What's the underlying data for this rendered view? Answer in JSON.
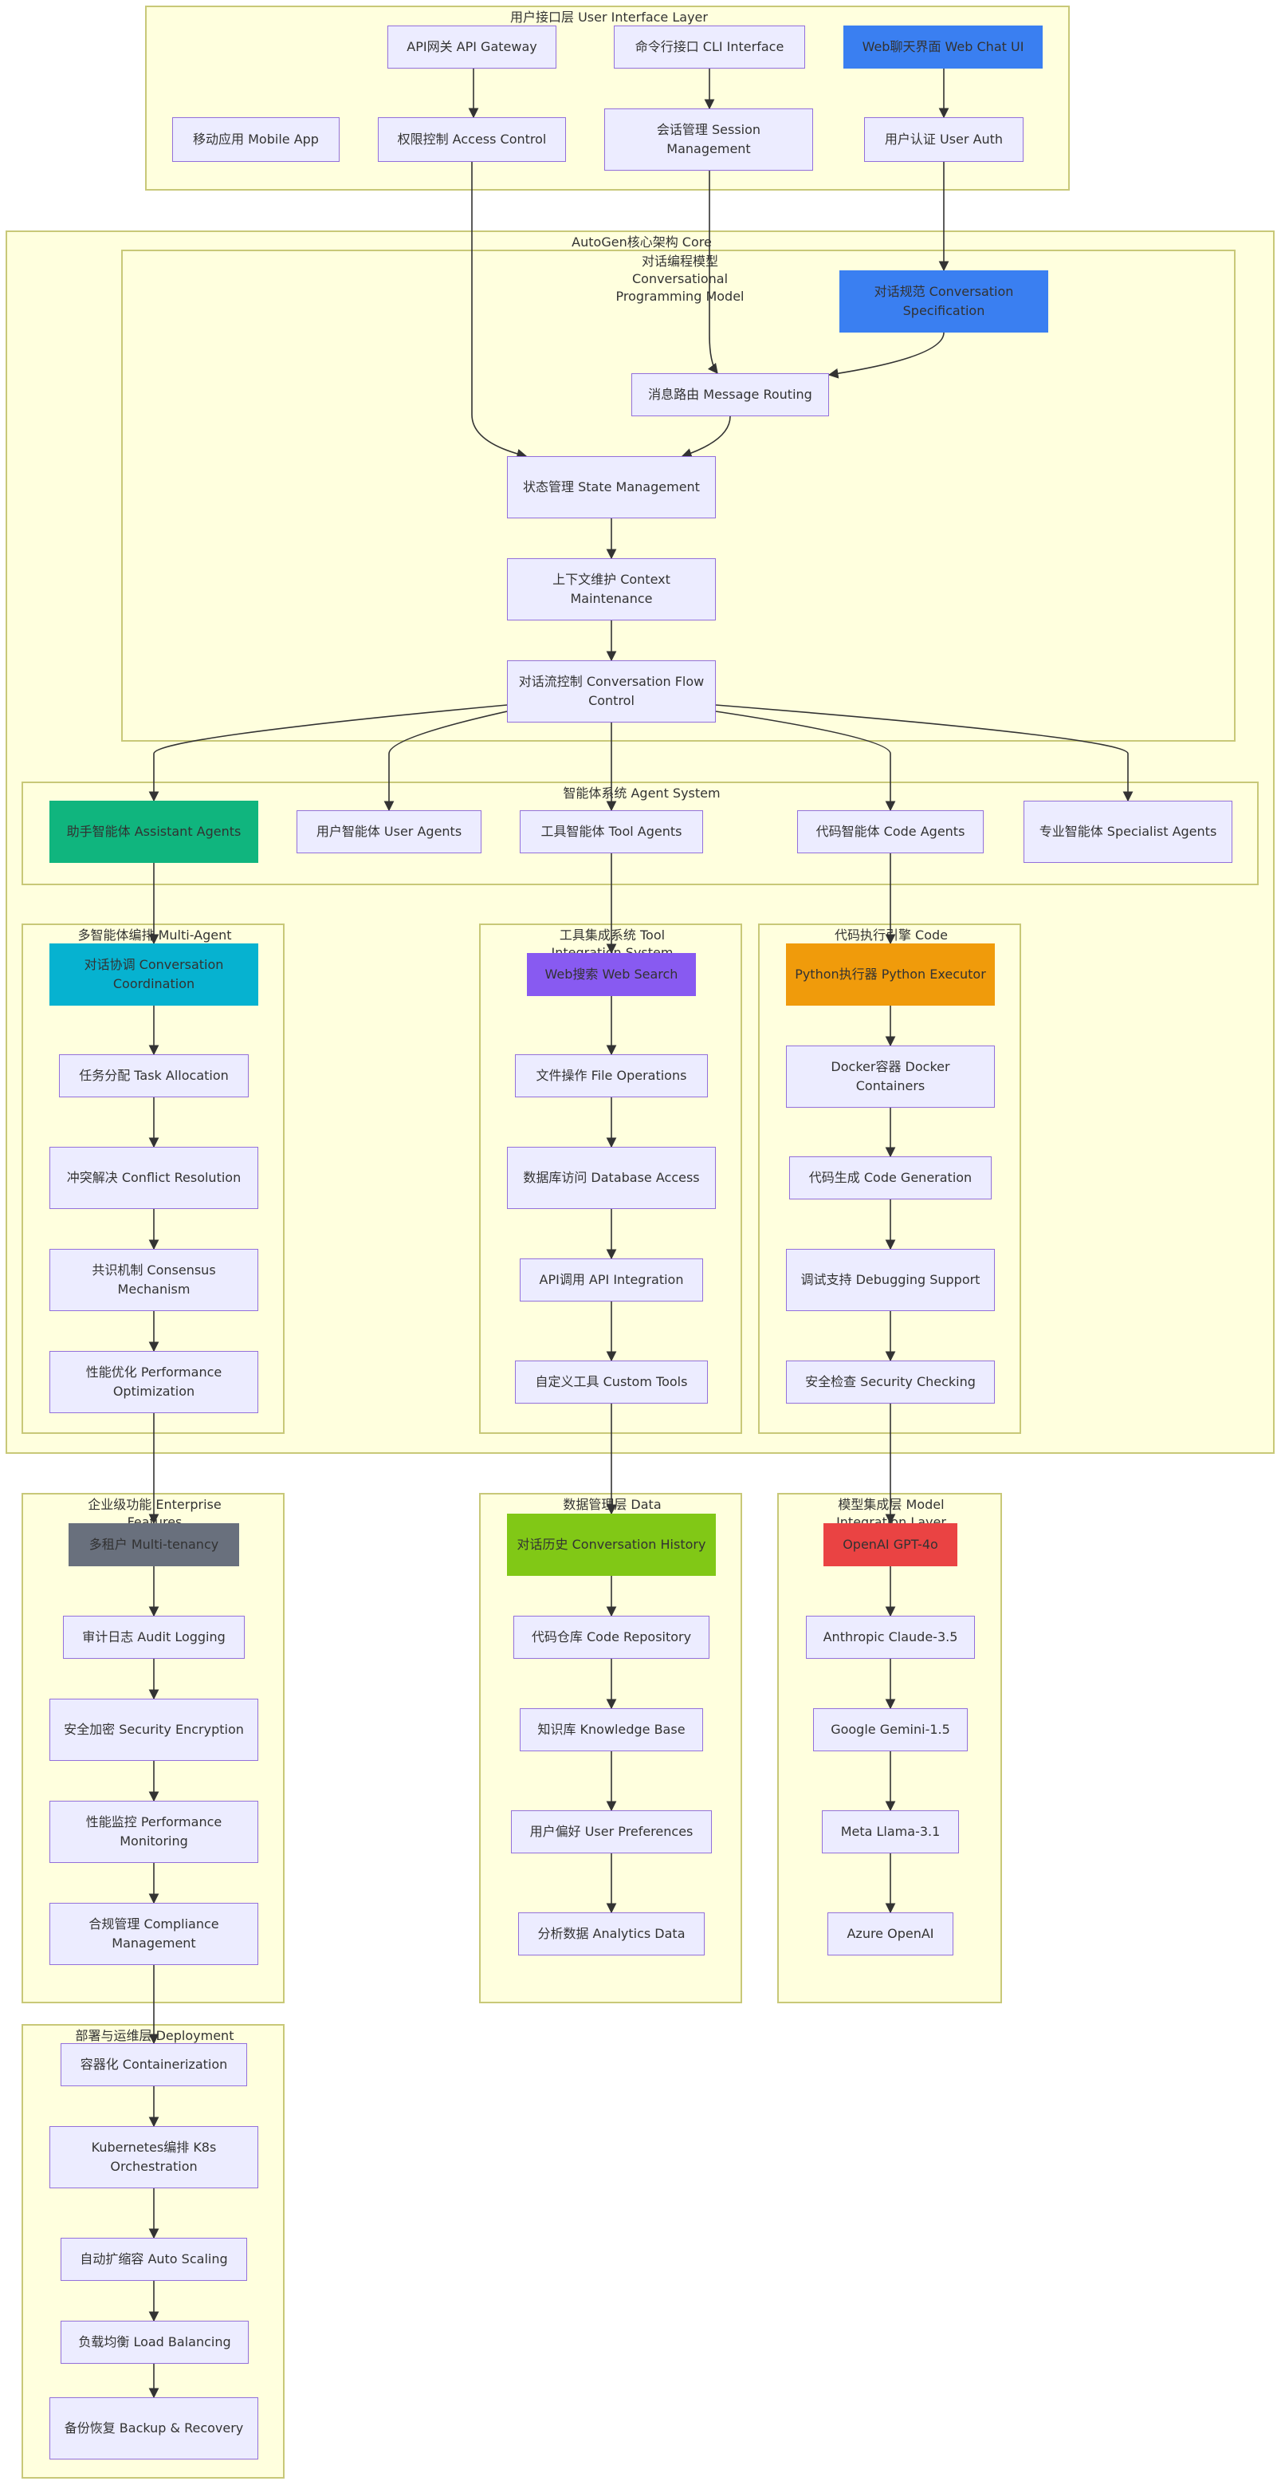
{
  "clusters": {
    "ui": "用户接口层 User Interface Layer",
    "core": "AutoGen核心架构 Core",
    "conv": "对话编程模型 Conversational Programming Model",
    "agent": "智能体系统 Agent System",
    "multi": "多智能体编排 Multi-Agent",
    "tool": "工具集成系统 Tool Integration System",
    "code": "代码执行引擎 Code",
    "ent": "企业级功能 Enterprise Features",
    "data": "数据管理层 Data",
    "model": "模型集成层 Model Integration Layer",
    "deploy": "部署与运维层 Deployment"
  },
  "nodes": {
    "api_gateway": "API网关 API Gateway",
    "cli": "命令行接口 CLI Interface",
    "webui": "Web聊天界面 Web Chat UI",
    "mobile": "移动应用 Mobile App",
    "access": "权限控制 Access Control",
    "session": "会话管理 Session Management",
    "userauth": "用户认证 User Auth",
    "convspec": "对话规范 Conversation Specification",
    "routing": "消息路由 Message Routing",
    "state": "状态管理 State Management",
    "context": "上下文维护 Context Maintenance",
    "flow": "对话流控制 Conversation Flow Control",
    "assistant": "助手智能体 Assistant Agents",
    "useragents": "用户智能体 User Agents",
    "toolagents": "工具智能体 Tool Agents",
    "codeagents": "代码智能体 Code Agents",
    "specialist": "专业智能体 Specialist Agents",
    "coord": "对话协调 Conversation Coordination",
    "task": "任务分配 Task Allocation",
    "conflict": "冲突解决 Conflict Resolution",
    "consensus": "共识机制 Consensus Mechanism",
    "perfopt": "性能优化 Performance Optimization",
    "websearch": "Web搜索 Web Search",
    "fileops": "文件操作 File Operations",
    "dbaccess": "数据库访问 Database Access",
    "apiint": "API调用 API Integration",
    "custom": "自定义工具 Custom Tools",
    "pyexec": "Python执行器 Python Executor",
    "docker": "Docker容器 Docker Containers",
    "codegen": "代码生成 Code Generation",
    "debug": "调试支持 Debugging Support",
    "security": "安全检查 Security Checking",
    "tenancy": "多租户 Multi-tenancy",
    "audit": "审计日志 Audit Logging",
    "encrypt": "安全加密 Security Encryption",
    "perfmon": "性能监控 Performance Monitoring",
    "compliance": "合规管理 Compliance Management",
    "history": "对话历史 Conversation History",
    "coderepo": "代码仓库 Code Repository",
    "kb": "知识库 Knowledge Base",
    "prefs": "用户偏好 User Preferences",
    "analytics": "分析数据 Analytics Data",
    "gpt4o": "OpenAI GPT-4o",
    "claude": "Anthropic Claude-3.5",
    "gemini": "Google Gemini-1.5",
    "llama": "Meta Llama-3.1",
    "azure": "Azure OpenAI",
    "container": "容器化 Containerization",
    "k8s": "Kubernetes编排 K8s Orchestration",
    "autoscale": "自动扩缩容 Auto Scaling",
    "lb": "负载均衡 Load Balancing",
    "backup": "备份恢复 Backup & Recovery"
  },
  "colors": {
    "cluster_fill": "#ffffde",
    "cluster_border": "#c8c878",
    "node_fill": "#ececff",
    "node_border": "#9370db",
    "edge": "#333333",
    "webui": "#3b82f6",
    "convspec": "#3b82f6",
    "assistant": "#10b981",
    "coord": "#06b6d4",
    "websearch": "#8b5cf6",
    "pyexec": "#f59e0b",
    "tenancy": "#6b7280",
    "history": "#84cc16",
    "gpt4o": "#ef4444"
  }
}
